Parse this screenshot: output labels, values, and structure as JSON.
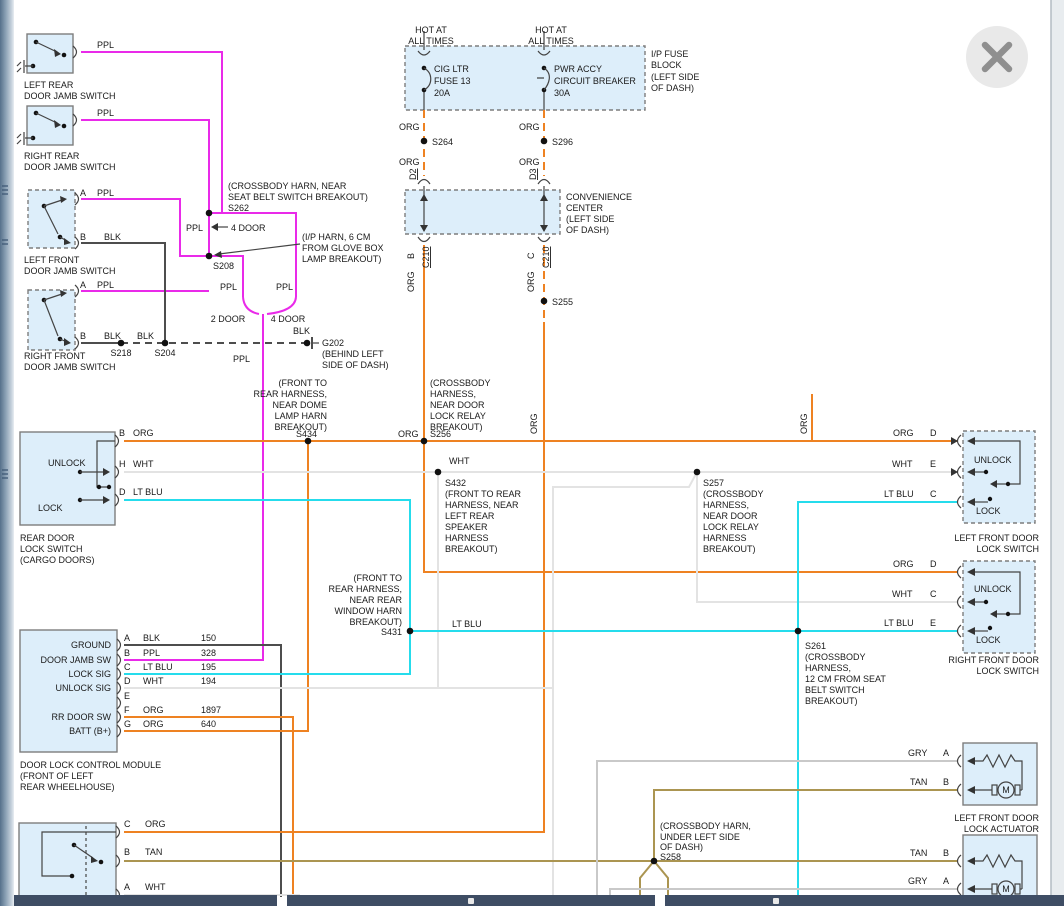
{
  "colors": {
    "ppl": "#e92ae9",
    "blk": "#4d4d4d",
    "org": "#ee8222",
    "wht": "#e3e3e3",
    "ltblu": "#25dcec",
    "tan": "#ab9551",
    "gry": "#c9c9c9",
    "box_fill": "#ddeefa",
    "box_border": "#7d7d7d",
    "bottom_bar": "#3e4d64",
    "close_bg": "#e9e9e9",
    "close_x": "#8f8f8f"
  },
  "letters": {
    "a": "A",
    "b": "B",
    "c": "C",
    "d": "D",
    "e": "E",
    "f": "F",
    "g": "G",
    "h": "H"
  },
  "wires": {
    "ppl": "PPL",
    "blk": "BLK",
    "org": "ORG",
    "wht": "WHT",
    "ltblu": "LT BLU",
    "tan": "TAN",
    "gry": "GRY"
  },
  "power": {
    "hot1": "HOT AT",
    "hot2": "ALL TIMES",
    "fuse1": "CIG LTR",
    "fuse2": "FUSE 13",
    "fuse3": "20A",
    "cb1": "PWR ACCY",
    "cb2": "CIRCUIT BREAKER",
    "cb3": "30A",
    "block": [
      "I/P FUSE",
      "BLOCK",
      "(LEFT SIDE",
      "OF DASH)"
    ],
    "d2": "D2",
    "d3": "D3"
  },
  "convenience": {
    "name": [
      "CONVENIENCE",
      "CENTER",
      "(LEFT SIDE",
      "OF DASH)"
    ],
    "c210": "C210"
  },
  "jamb": {
    "lr": "LEFT REAR",
    "rr": "RIGHT REAR",
    "lf": "LEFT FRONT",
    "rf": "RIGHT FRONT",
    "suffix": "DOOR JAMB SWITCH"
  },
  "splices": {
    "s262": "S262",
    "s208": "S208",
    "s218": "S218",
    "s204": "S204",
    "s264": "S264",
    "s296": "S296",
    "s255": "S255",
    "s434": "S434",
    "s256": "S256",
    "s432": "S432",
    "s257": "S257",
    "s431": "S431",
    "s261": "S261",
    "s258": "S258",
    "g202": "G202"
  },
  "notes": {
    "s262": [
      "(CROSSBODY HARN, NEAR",
      "SEAT BELT SWITCH BREAKOUT)"
    ],
    "ip": [
      "(I/P HARN, 6 CM",
      "FROM GLOVE BOX",
      "LAMP BREAKOUT)"
    ],
    "g202": [
      "(BEHIND LEFT",
      "SIDE OF DASH)"
    ],
    "s434": [
      "(FRONT TO",
      "REAR HARNESS,",
      "NEAR DOME",
      "LAMP HARN",
      "BREAKOUT)"
    ],
    "s256": [
      "(CROSSBODY",
      "HARNESS,",
      "NEAR DOOR",
      "LOCK RELAY",
      "BREAKOUT)"
    ],
    "s432": [
      "(FRONT TO REAR",
      "HARNESS, NEAR",
      "LEFT REAR",
      "SPEAKER",
      "HARNESS",
      "BREAKOUT)"
    ],
    "s257": [
      "(CROSSBODY",
      "HARNESS,",
      "NEAR DOOR",
      "LOCK RELAY",
      "HARNESS",
      "BREAKOUT)"
    ],
    "s431": [
      "(FRONT TO",
      "REAR HARNESS,",
      "NEAR REAR",
      "WINDOW HARN",
      "BREAKOUT)"
    ],
    "s261": [
      "(CROSSBODY",
      "HARNESS,",
      "12 CM FROM SEAT",
      "BELT SWITCH",
      "BREAKOUT)"
    ],
    "s258": [
      "(CROSSBODY HARN,",
      "UNDER LEFT SIDE",
      "OF DASH)"
    ]
  },
  "variants": {
    "two_door": "2 DOOR",
    "four_door": "4 DOOR"
  },
  "switch_labels": {
    "unlock": "UNLOCK",
    "lock": "LOCK"
  },
  "rear_switch": {
    "name": [
      "REAR DOOR",
      "LOCK SWITCH",
      "(CARGO DOORS)"
    ]
  },
  "lf_switch": {
    "name": [
      "LEFT FRONT DOOR",
      "LOCK SWITCH"
    ]
  },
  "rf_switch": {
    "name": [
      "RIGHT FRONT DOOR",
      "LOCK SWITCH"
    ]
  },
  "module": {
    "pins": [
      "GROUND",
      "DOOR JAMB SW",
      "LOCK SIG",
      "UNLOCK SIG",
      "RR DOOR SW",
      "BATT (B+)"
    ],
    "circuits": {
      "n150": "150",
      "n328": "328",
      "n195": "195",
      "n194": "194",
      "n1897": "1897",
      "n640": "640"
    },
    "name": [
      "DOOR LOCK CONTROL MODULE",
      "(FRONT OF LEFT",
      "REAR WHEELHOUSE)"
    ]
  },
  "actuators": {
    "lf_name": [
      "LEFT FRONT DOOR",
      "LOCK ACTUATOR"
    ],
    "motor": "M"
  }
}
